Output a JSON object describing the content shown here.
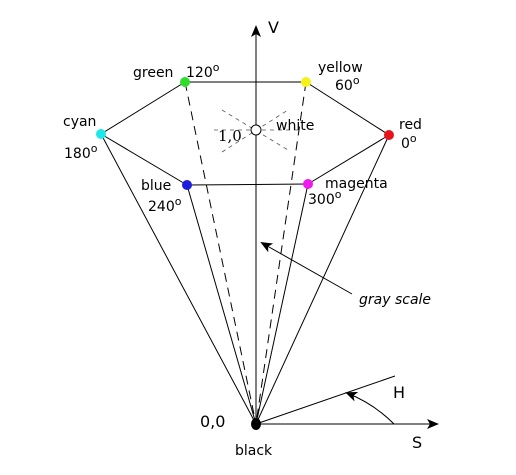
{
  "diagram": {
    "labels": {
      "v_axis": "V",
      "s_axis": "S",
      "h_angle": "H",
      "gray_scale": "gray scale",
      "origin": "0,0",
      "black": "black",
      "white_value": "1,0",
      "white": "white"
    },
    "hues": [
      {
        "id": "red",
        "name": "red",
        "angle": "0",
        "degree": "o",
        "color": "#e8141b"
      },
      {
        "id": "yellow",
        "name": "yellow",
        "angle": "60",
        "degree": "o",
        "color": "#f7f11a"
      },
      {
        "id": "green",
        "name": "green",
        "angle": "120",
        "degree": "o",
        "color": "#2fdc2c"
      },
      {
        "id": "cyan",
        "name": "cyan",
        "angle": "180",
        "degree": "o",
        "color": "#1ee7ea"
      },
      {
        "id": "blue",
        "name": "blue",
        "angle": "240",
        "degree": "o",
        "color": "#1d1ddf"
      },
      {
        "id": "magenta",
        "name": "magenta",
        "angle": "300",
        "degree": "o",
        "color": "#ee1aee"
      }
    ],
    "apex_color": "#000000",
    "white_color": "#ffffff"
  }
}
